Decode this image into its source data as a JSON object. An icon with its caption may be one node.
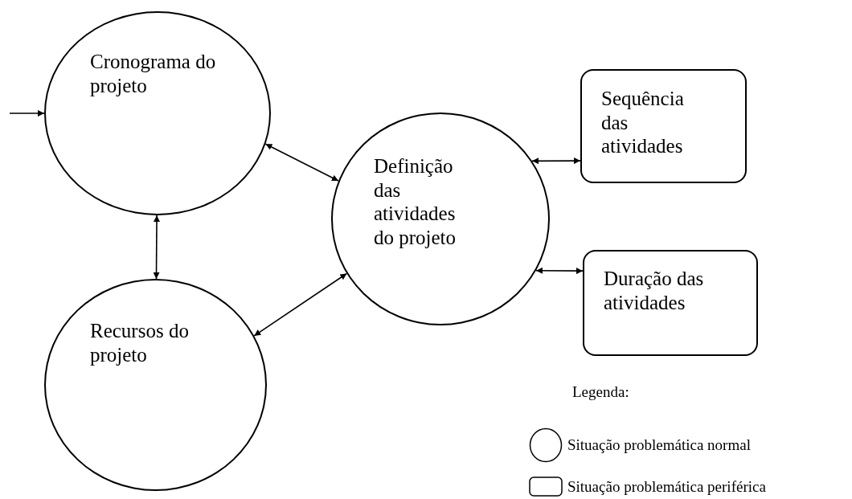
{
  "diagram": {
    "nodes": [
      {
        "text": [
          "Cronograma do projeto"
        ]
      },
      {
        "text": [
          "Recursos do projeto"
        ]
      },
      {
        "text": [
          "Definição das atividades do projeto"
        ]
      },
      {
        "text": [
          "Sequência das atividades"
        ]
      },
      {
        "text": [
          "Duração das atividades"
        ]
      }
    ],
    "edges": [
      {
        "from": null,
        "to": 0,
        "arrow": "to"
      },
      {
        "from": 0,
        "to": 2,
        "arrow": "both"
      },
      {
        "from": 0,
        "to": 1,
        "arrow": "both"
      },
      {
        "from": 1,
        "to": 2,
        "arrow": "both"
      },
      {
        "from": 2,
        "to": 3,
        "arrow": "both"
      },
      {
        "from": 2,
        "to": 4,
        "arrow": "both"
      }
    ],
    "labels": [
      "Legenda:"
    ],
    "legend": [
      {
        "text": "Situação problemática normal"
      },
      {
        "text": "Situação problemática periférica"
      }
    ]
  }
}
